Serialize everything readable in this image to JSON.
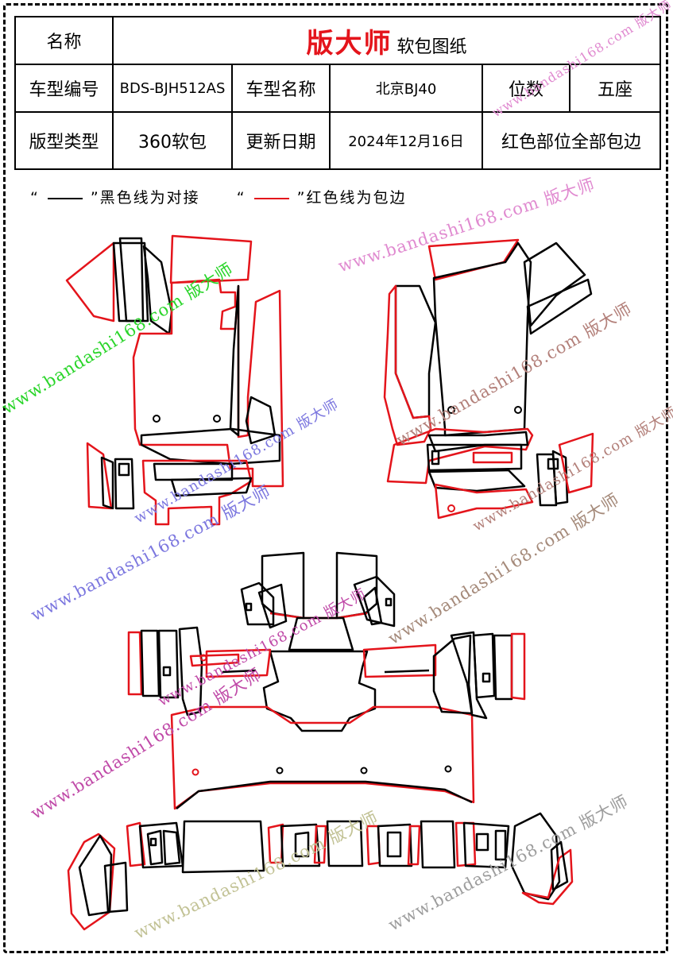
{
  "header": {
    "name_label": "名称",
    "brand": "版大师",
    "doc_title": "软包图纸",
    "model_code_label": "车型编号",
    "model_code": "BDS-BJH512AS",
    "model_name_label": "车型名称",
    "model_name": "北京BJ40",
    "seats_label": "位数",
    "seats": "五座",
    "type_label": "版型类型",
    "type_value": "360软包",
    "update_label": "更新日期",
    "update_date": "2024年12月16日",
    "note": "红色部位全部包边"
  },
  "legend": {
    "black_open": "“",
    "black_close": "”黑色线为对接",
    "red_open": "“",
    "red_close": "”红色线为包边",
    "black_color": "#000000",
    "red_color": "#e4141b"
  },
  "watermarks": [
    "www.bandashi168.com 版大师",
    "www.bandashi168.com 版大师",
    "www.bandashi168.com 版大师",
    "www.bandashi168.com 版大师",
    "www.bandashi168.com 版大师",
    "www.bandashi168.com 版大师",
    "www.bandashi168.com 版大师",
    "www.bandashi168.com 版大师",
    "www.bandashi168.com 版大师",
    "www.bandashi168.com 版大师",
    "www.bandashi168.com 版大师",
    "www.bandashi168.com 版大师"
  ]
}
